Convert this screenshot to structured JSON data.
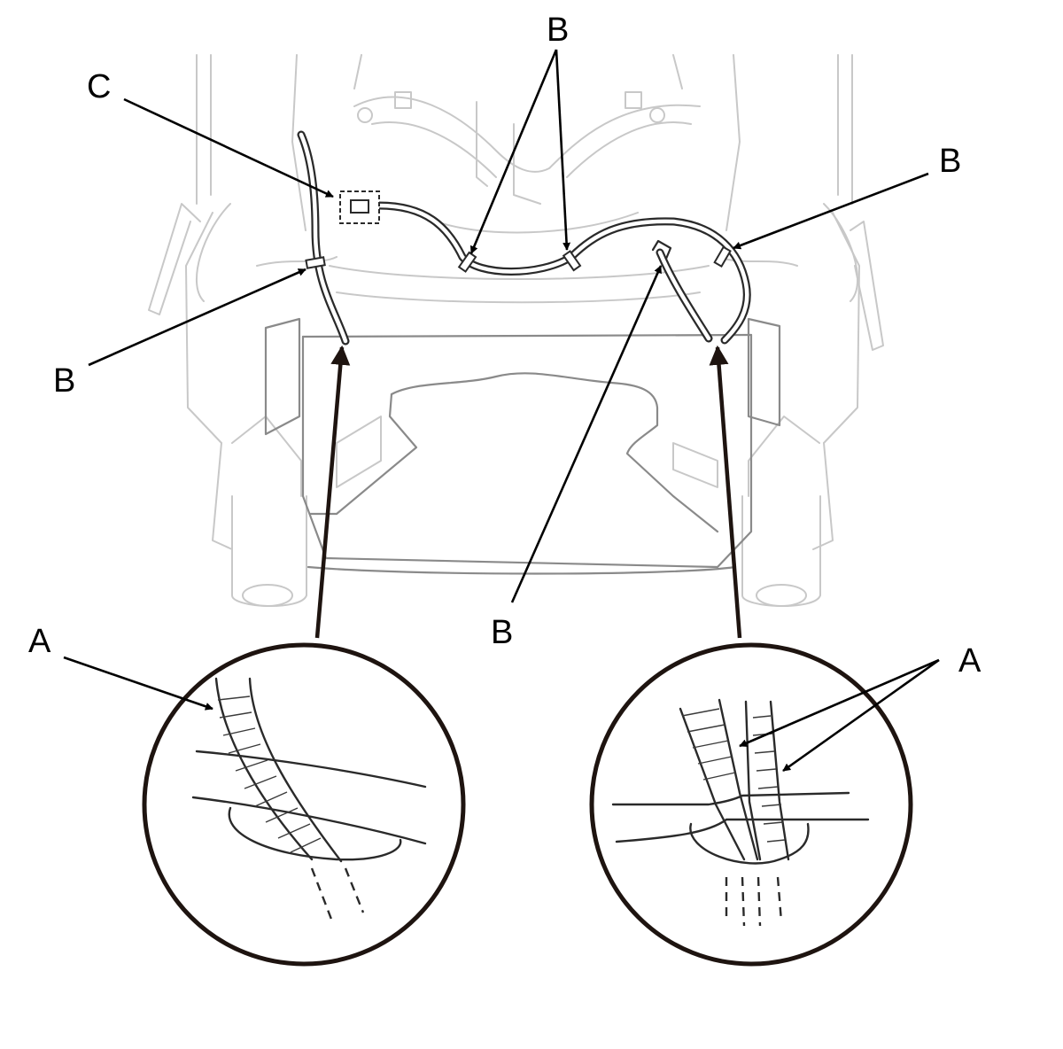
{
  "callouts": {
    "c_connector": "C",
    "b_top": "B",
    "b_right": "B",
    "b_left": "B",
    "b_center": "B",
    "a_left": "A",
    "a_right": "A"
  },
  "legend_meaning": {},
  "colors": {
    "line": "#000000",
    "ghost": "#c8c8c8",
    "part": "#8a8a8a",
    "arrow": "#1e1410"
  }
}
